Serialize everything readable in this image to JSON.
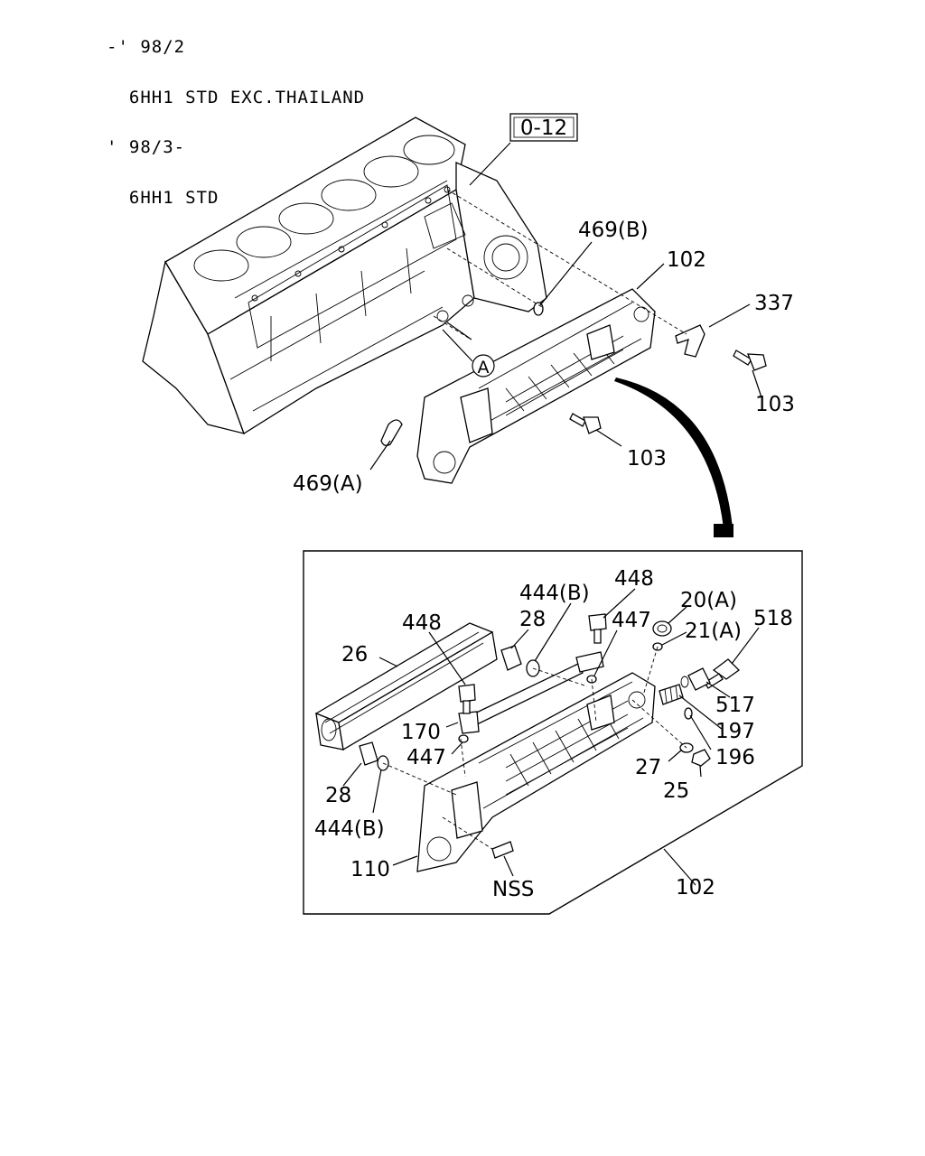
{
  "header": {
    "lines": [
      "-' 98/2",
      "  6HH1 STD EXC.THAILAND",
      "' 98/3-",
      "  6HH1 STD"
    ]
  },
  "ref_box": {
    "label": "0-12"
  },
  "callouts": {
    "c469b_top": "469(B)",
    "c102_top": "102",
    "c337": "337",
    "c103_right": "103",
    "c103_mid": "103",
    "c469a": "469(A)",
    "circle_a": "A",
    "c448_top": "448",
    "c444b_top": "444(B)",
    "c28_top": "28",
    "c447_top": "447",
    "c20a": "20(A)",
    "c21a": "21(A)",
    "c518": "518",
    "c448_left": "448",
    "c26": "26",
    "c517": "517",
    "c170": "170",
    "c197": "197",
    "c447_left": "447",
    "c196": "196",
    "c27": "27",
    "c28_left": "28",
    "c25": "25",
    "c444b_left": "444(B)",
    "c110": "110",
    "c102_bottom": "102",
    "nss": "NSS"
  }
}
